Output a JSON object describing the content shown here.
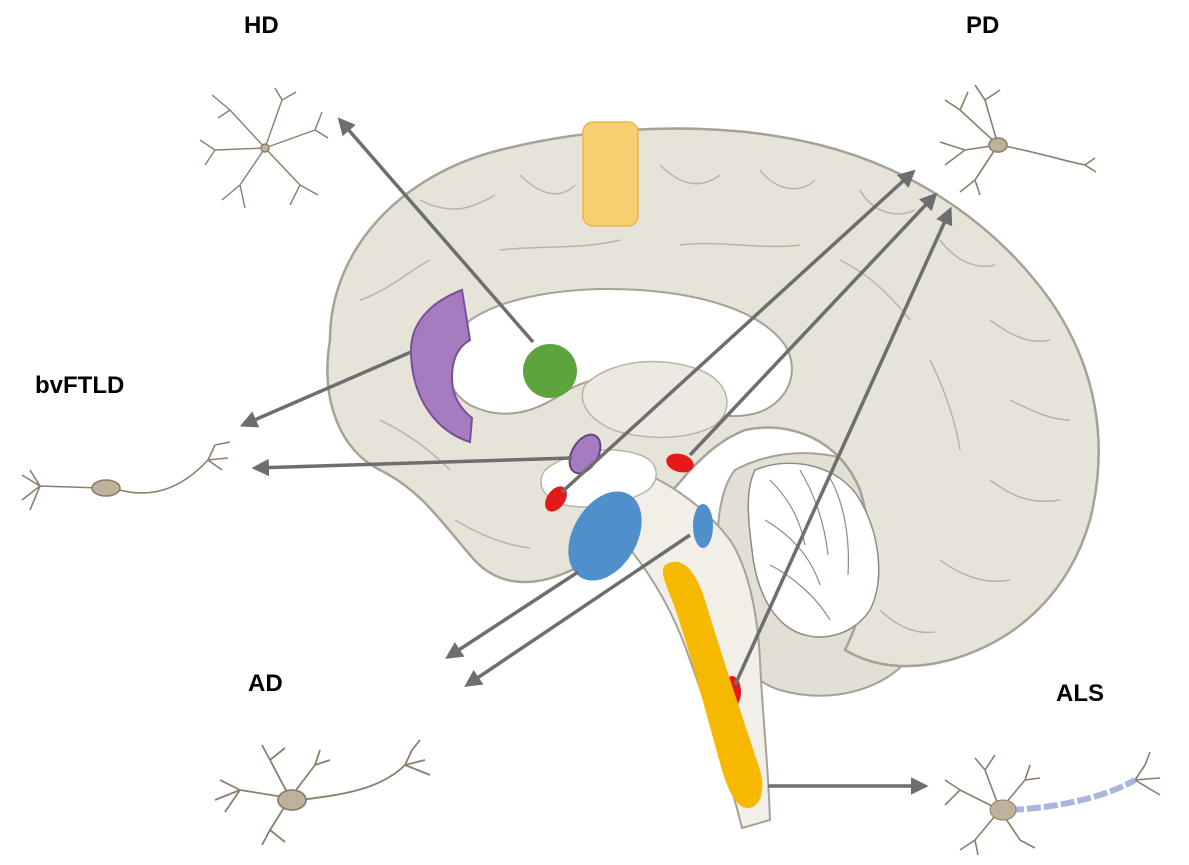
{
  "labels": {
    "hd": "HD",
    "pd": "PD",
    "bvftld": "bvFTLD",
    "ad": "AD",
    "als": "ALS"
  },
  "colors": {
    "background": "#ffffff",
    "brain_fill": "#e6e3d9",
    "brain_outline": "#a6a296",
    "inner_region": "#ffffff",
    "arrow": "#6e6e6e",
    "motor_cortex": "#f6cf70",
    "frontal_region": "#a67cc0",
    "striatum": "#5ea43c",
    "small_purple": "#a67cc0",
    "substantia_red": "#e41a1a",
    "hippocampal_blue": "#4f8fcc",
    "spinal_yellow": "#f7b800",
    "neuron": "#bfb29a"
  },
  "icons": [
    "hd-neuron-icon",
    "pd-neuron-icon",
    "bvftld-neuron-icon",
    "ad-neuron-icon",
    "als-neuron-icon"
  ]
}
